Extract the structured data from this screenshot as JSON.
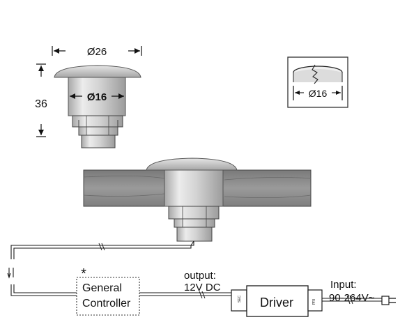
{
  "dimensions": {
    "diameter_26": "Ø26",
    "diameter_16": "Ø16",
    "height_36": "36",
    "cutout_diameter": "Ø16"
  },
  "controller": {
    "asterisk": "*",
    "line1": "General",
    "line2": "Controller"
  },
  "output": {
    "line1": "output:",
    "line2": "12V DC"
  },
  "driver": {
    "label": "Driver",
    "sec_label": "SEC",
    "pri_label": "PRI"
  },
  "input": {
    "line1": "Input:",
    "line2": "90-264V~"
  },
  "colors": {
    "metal": "#d9d9d9",
    "metal_dark": "#9a9a9a",
    "wood": "#8a8a8a",
    "wood_dark": "#6e6e6e",
    "line": "#1a1a1a"
  }
}
